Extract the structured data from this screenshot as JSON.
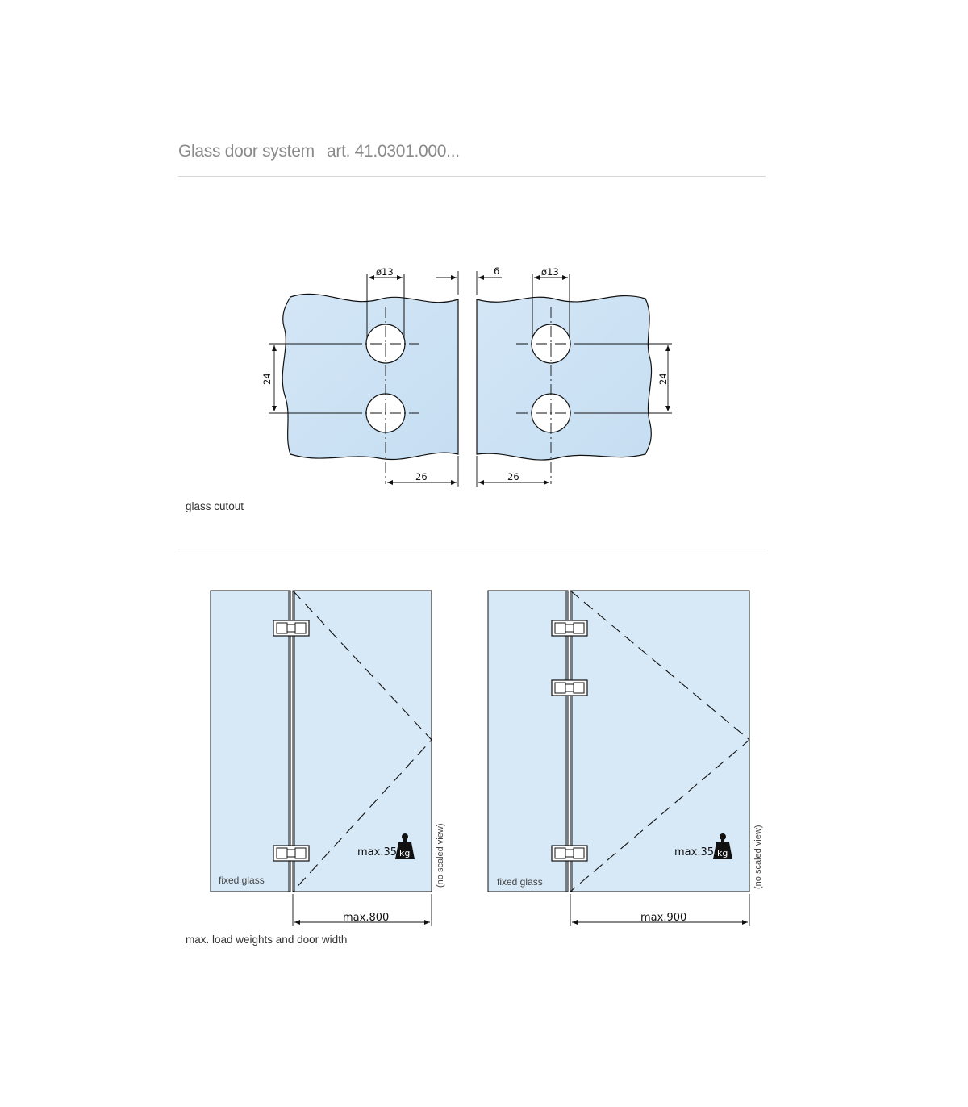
{
  "header": {
    "title": "Glass door system",
    "article": "art. 41.0301.000..."
  },
  "cutout": {
    "diameter_left": "ø13",
    "diameter_right": "ø13",
    "gap": "6",
    "hole_spacing_left": "24",
    "hole_spacing_right": "24",
    "edge_distance_left": "26",
    "edge_distance_right": "26",
    "caption": "glass cutout"
  },
  "doors": {
    "left": {
      "fixed_label": "fixed glass",
      "max_load": "max.35",
      "weight_unit": "kg",
      "note": "(no scaled view)",
      "max_width": "max.800"
    },
    "right": {
      "fixed_label": "fixed glass",
      "max_load": "max.35",
      "weight_unit": "kg",
      "note": "(no scaled view)",
      "max_width": "max.900"
    },
    "caption": "max. load weights and door width"
  },
  "colors": {
    "glass": "#d8e9f7",
    "line": "#111111",
    "rule": "#d6d6d6",
    "header_text": "#8a8a8a"
  }
}
